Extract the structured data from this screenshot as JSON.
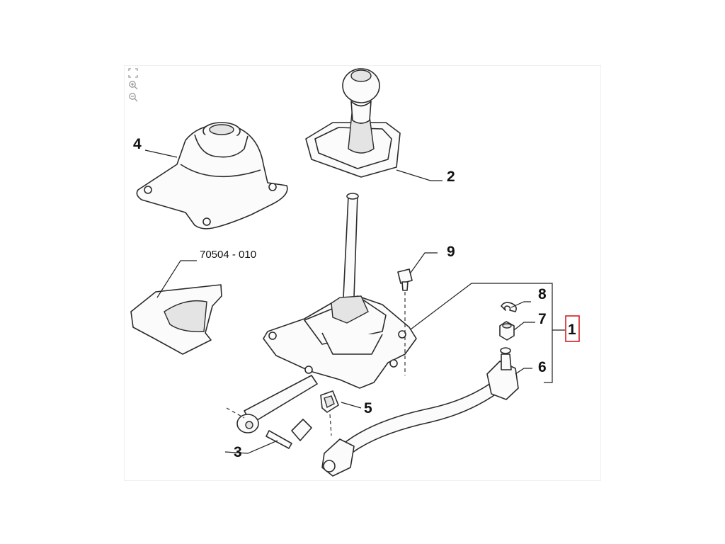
{
  "toolbar": {
    "fit_icon": "fit-to-screen-icon",
    "zoom_in_icon": "zoom-in-icon",
    "zoom_out_icon": "zoom-out-icon"
  },
  "callouts": {
    "c1": "1",
    "c2": "2",
    "c3": "3",
    "c4": "4",
    "c5": "5",
    "c6": "6",
    "c7": "7",
    "c8": "8",
    "c9": "9"
  },
  "part_code": "70504 - 010",
  "colors": {
    "highlight_box": "#d02020",
    "line": "#222222"
  }
}
